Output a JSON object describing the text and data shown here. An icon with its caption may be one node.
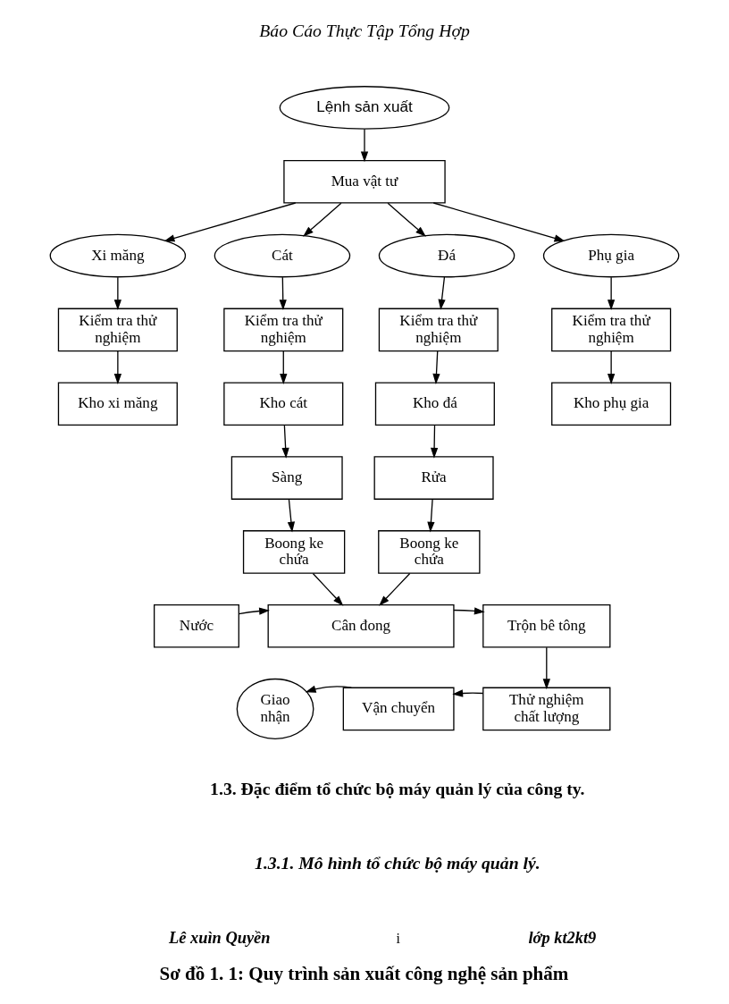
{
  "diagram": {
    "caption": "Sơ đồ 1. 1: Quy trình sản xuất công nghệ sản phẩm",
    "nodes": [
      {
        "text": [
          "Lệnh sản xuất"
        ]
      },
      {
        "text": [
          "Mua vật tư"
        ]
      },
      {
        "text": [
          "Xi măng"
        ]
      },
      {
        "text": [
          "Cát"
        ]
      },
      {
        "text": [
          "Đá"
        ]
      },
      {
        "text": [
          "Phụ gia"
        ]
      },
      {
        "text": [
          "Kiểm tra thử nghiệm"
        ]
      },
      {
        "text": [
          "Kiểm tra thử nghiệm"
        ]
      },
      {
        "text": [
          "Kiểm tra thử nghiệm"
        ]
      },
      {
        "text": [
          "Kiểm tra thử nghiệm"
        ]
      },
      {
        "text": [
          "Kho xi măng"
        ]
      },
      {
        "text": [
          "Kho cát"
        ]
      },
      {
        "text": [
          "Kho đá"
        ]
      },
      {
        "text": [
          "Kho phụ gia"
        ]
      },
      {
        "text": [
          "Sàng"
        ]
      },
      {
        "text": [
          "Rửa"
        ]
      },
      {
        "text": [
          "Boong ke chứa"
        ]
      },
      {
        "text": [
          "Boong ke chứa"
        ]
      },
      {
        "text": [
          "Nước"
        ]
      },
      {
        "text": [
          "Cân đong"
        ]
      },
      {
        "text": [
          "Trộn bê tông"
        ]
      },
      {
        "text": [
          "Giao nhận"
        ]
      },
      {
        "text": [
          "Vận chuyển"
        ]
      },
      {
        "text": [
          "Thử nghiệm chất lượng"
        ]
      }
    ],
    "edges": [
      {
        "from": 0,
        "to": 1,
        "arrow": "to"
      },
      {
        "from": 1,
        "to": 2,
        "arrow": "to"
      },
      {
        "from": 1,
        "to": 3,
        "arrow": "to"
      },
      {
        "from": 1,
        "to": 4,
        "arrow": "to"
      },
      {
        "from": 1,
        "to": 5,
        "arrow": "to"
      },
      {
        "from": 2,
        "to": 6,
        "arrow": "to"
      },
      {
        "from": 3,
        "to": 7,
        "arrow": "to"
      },
      {
        "from": 4,
        "to": 8,
        "arrow": "to"
      },
      {
        "from": 5,
        "to": 9,
        "arrow": "to"
      },
      {
        "from": 6,
        "to": 10,
        "arrow": "to"
      },
      {
        "from": 7,
        "to": 11,
        "arrow": "to"
      },
      {
        "from": 8,
        "to": 12,
        "arrow": "to"
      },
      {
        "from": 9,
        "to": 13,
        "arrow": "to"
      },
      {
        "from": 11,
        "to": 14,
        "arrow": "to"
      },
      {
        "from": 12,
        "to": 15,
        "arrow": "to"
      },
      {
        "from": 14,
        "to": 16,
        "arrow": "to"
      },
      {
        "from": 15,
        "to": 17,
        "arrow": "to"
      },
      {
        "from": 16,
        "to": 19,
        "arrow": "to"
      },
      {
        "from": 17,
        "to": 19,
        "arrow": "to"
      },
      {
        "from": 18,
        "to": 19,
        "arrow": "to"
      },
      {
        "from": 19,
        "to": 20,
        "arrow": "to"
      },
      {
        "from": 20,
        "to": 23,
        "arrow": "to"
      },
      {
        "from": 23,
        "to": 22,
        "arrow": "to"
      },
      {
        "from": 22,
        "to": 21,
        "arrow": "to"
      }
    ],
    "labels": [
      "Báo Cáo Thực Tập Tổng Hợp",
      "1.3. Đặc điểm tổ chức bộ máy quản lý của công ty.",
      "1.3.1. Mô hình tổ chức bộ máy quản lý.",
      "Lê xuìn Quyền",
      "i",
      "lớp kt2kt9"
    ]
  }
}
